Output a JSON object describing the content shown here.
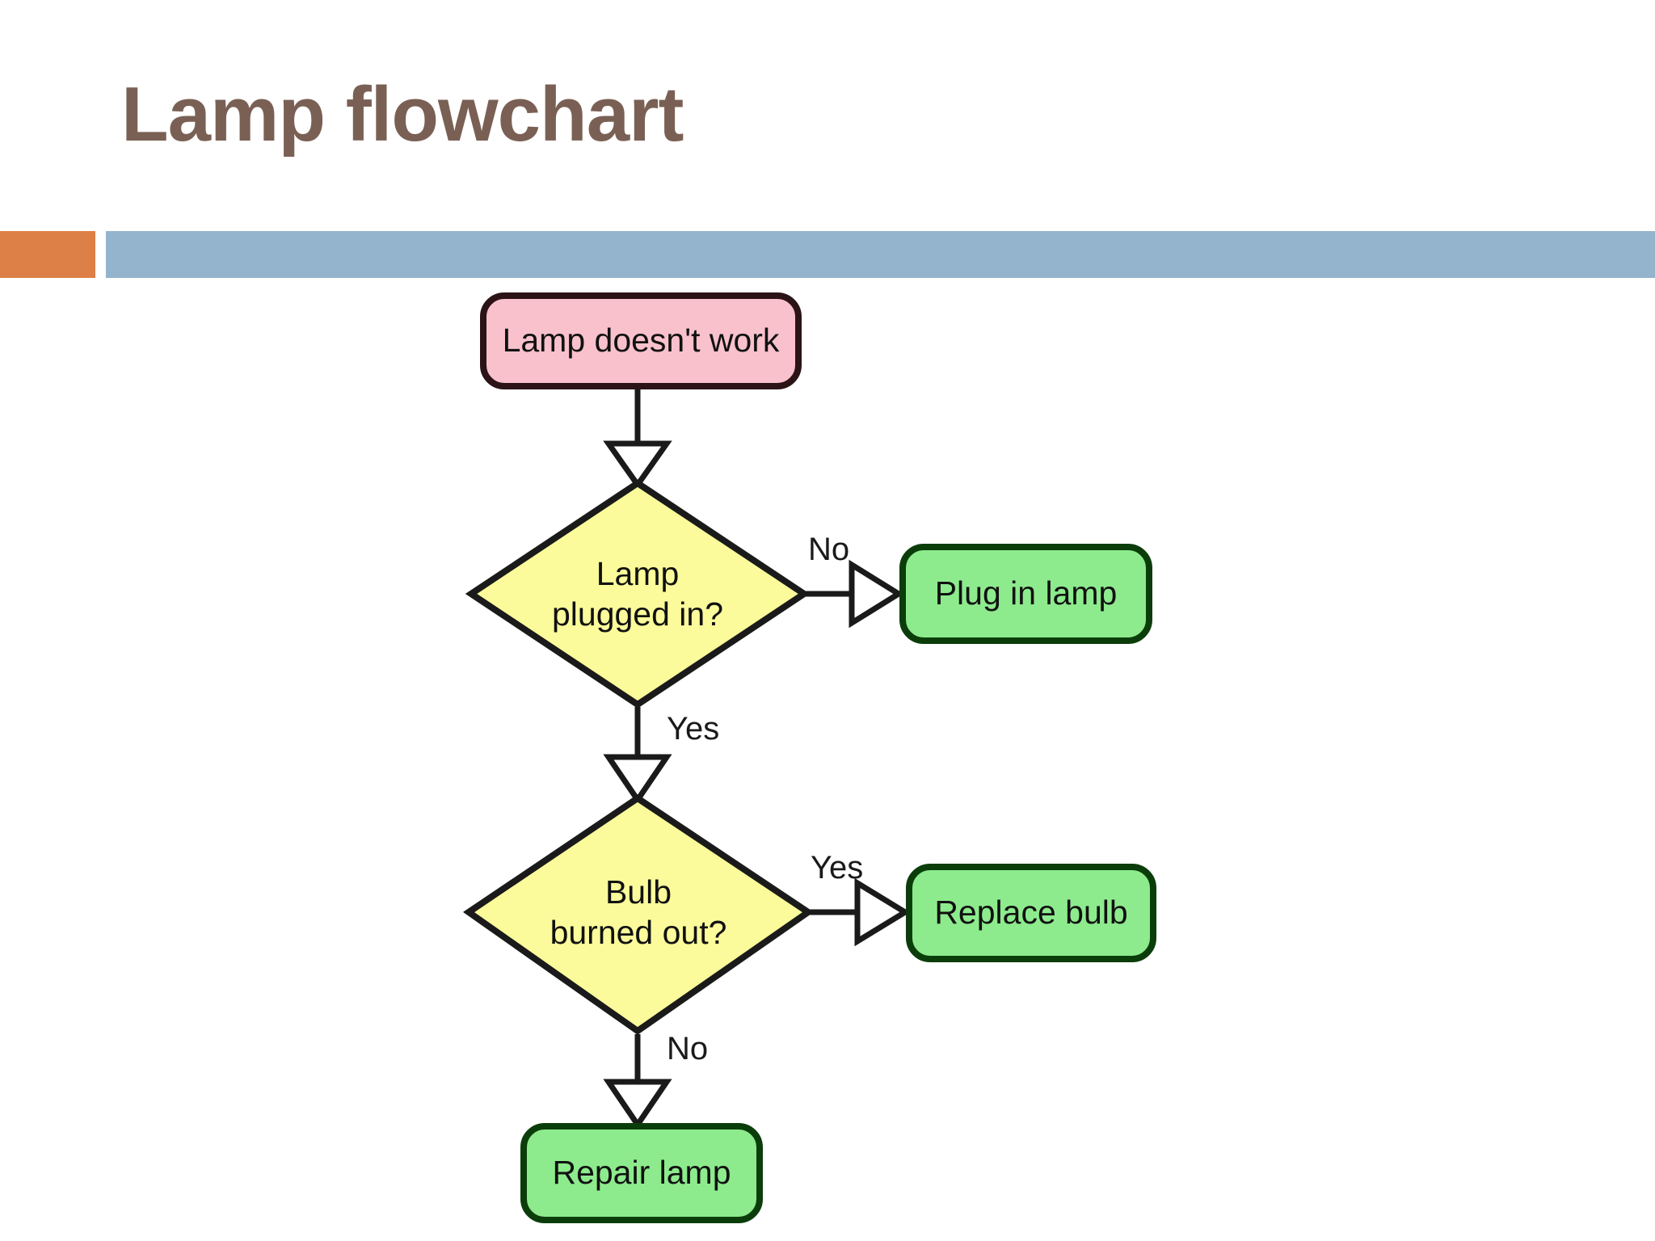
{
  "slide": {
    "title": "Lamp flowchart",
    "title_color": "#7A6054",
    "accent_orange": "#DD8047",
    "accent_blue": "#94B3CD",
    "background": "#FFFFFF"
  },
  "chart_data": {
    "type": "diagram",
    "diagram_kind": "flowchart",
    "title": "Lamp flowchart",
    "nodes": [
      {
        "id": "start",
        "label": "Lamp doesn't work",
        "shape": "rounded-rectangle",
        "fill": "#F8C1CC",
        "stroke": "#2B1316"
      },
      {
        "id": "plugged",
        "label": "Lamp\nplugged in?",
        "shape": "diamond",
        "fill": "#FBFB9B",
        "stroke": "#1A1A1A"
      },
      {
        "id": "plug_in",
        "label": "Plug in lamp",
        "shape": "rounded-rectangle",
        "fill": "#8DEB8D",
        "stroke": "#0B3D0B"
      },
      {
        "id": "burned",
        "label": "Bulb\nburned out?",
        "shape": "diamond",
        "fill": "#FBFB9B",
        "stroke": "#1A1A1A"
      },
      {
        "id": "replace",
        "label": "Replace bulb",
        "shape": "rounded-rectangle",
        "fill": "#8DEB8D",
        "stroke": "#0B3D0B"
      },
      {
        "id": "repair",
        "label": "Repair lamp",
        "shape": "rounded-rectangle",
        "fill": "#8DEB8D",
        "stroke": "#0B3D0B"
      }
    ],
    "edges": [
      {
        "from": "start",
        "to": "plugged",
        "label": "",
        "direction": "down"
      },
      {
        "from": "plugged",
        "to": "plug_in",
        "label": "No",
        "direction": "right"
      },
      {
        "from": "plugged",
        "to": "burned",
        "label": "Yes",
        "direction": "down"
      },
      {
        "from": "burned",
        "to": "replace",
        "label": "Yes",
        "direction": "right"
      },
      {
        "from": "burned",
        "to": "repair",
        "label": "No",
        "direction": "down"
      }
    ],
    "arrowhead_style": "hollow-triangle"
  },
  "labels": {
    "start": "Lamp doesn't work",
    "plugged": "Lamp\nplugged in?",
    "plug_in": "Plug in lamp",
    "burned": "Bulb\nburned out?",
    "replace": "Replace bulb",
    "repair": "Repair lamp",
    "edge_plugged_no": "No",
    "edge_plugged_yes": "Yes",
    "edge_burned_yes": "Yes",
    "edge_burned_no": "No"
  }
}
